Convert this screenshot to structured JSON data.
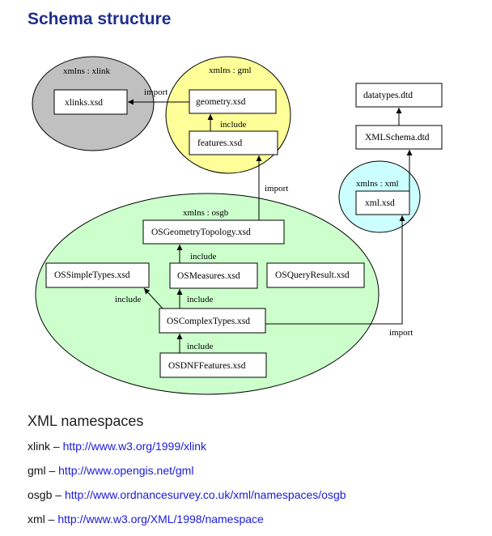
{
  "page": {
    "title": "Schema structure"
  },
  "diagram": {
    "namespaces": {
      "xlink": {
        "label": "xmlns : xlink",
        "color": "#c0c0c0"
      },
      "gml": {
        "label": "xmlns : gml",
        "color": "#ffff99"
      },
      "osgb": {
        "label": "xmlns : osgb",
        "color": "#ccffcc"
      },
      "xml": {
        "label": "xmlns : xml",
        "color": "#ccffff"
      }
    },
    "boxes": {
      "xlinks": "xlinks.xsd",
      "geometry": "geometry.xsd",
      "features": "features.xsd",
      "datatypes": "datatypes.dtd",
      "xmlschema": "XMLSchema.dtd",
      "xml": "xml.xsd",
      "osgeometrytopology": "OSGeometryTopology.xsd",
      "ossimpletypes": "OSSimpleTypes.xsd",
      "osmeasures": "OSMeasures.xsd",
      "osqueryresult": "OSQueryResult.xsd",
      "oscomplextypes": "OSComplexTypes.xsd",
      "osdnffeatures": "OSDNFFeatures.xsd"
    },
    "edge_labels": {
      "import_gml_xlink": "import",
      "include_features_geometry": "include",
      "import_osgb_gml": "import",
      "include_measures_topology": "include",
      "include_complex_simple": "include",
      "include_complex_measures": "include",
      "include_dnf_complex": "include",
      "import_osgb_xml": "import"
    }
  },
  "namespaces_section": {
    "heading": "XML namespaces",
    "items": [
      {
        "prefix": "xlink",
        "separator": " – ",
        "url": "http://www.w3.org/1999/xlink"
      },
      {
        "prefix": "gml",
        "separator": " – ",
        "url": "http://www.opengis.net/gml"
      },
      {
        "prefix": "osgb",
        "separator": " – ",
        "url": "http://www.ordnancesurvey.co.uk/xml/namespaces/osgb"
      },
      {
        "prefix": "xml",
        "separator": " – ",
        "url": "http://www.w3.org/XML/1998/namespace"
      }
    ]
  }
}
